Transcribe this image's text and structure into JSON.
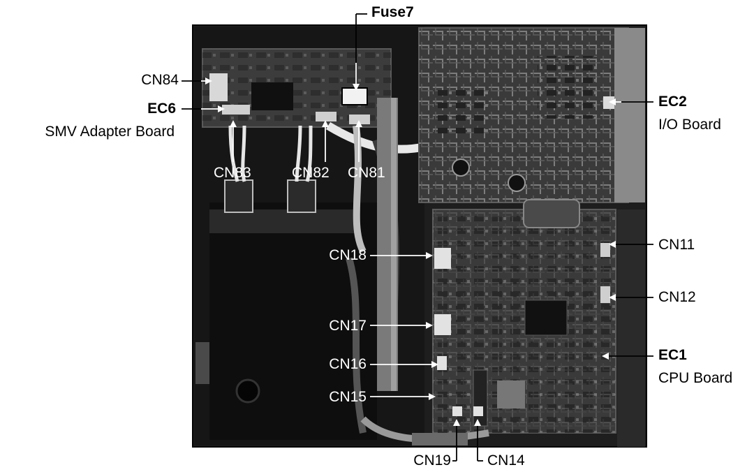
{
  "labels": {
    "fuse7": "Fuse7",
    "cn84": "CN84",
    "ec6": "EC6",
    "smv_adapter_board": "SMV Adapter Board",
    "cn83": "CN83",
    "cn82": "CN82",
    "cn81": "CN81",
    "ec2": "EC2",
    "io_board": "I/O Board",
    "cn18": "CN18",
    "cn11": "CN11",
    "cn12": "CN12",
    "cn17": "CN17",
    "cn16": "CN16",
    "ec1": "EC1",
    "cpu_board": "CPU Board",
    "cn15": "CN15",
    "cn19": "CN19",
    "cn14": "CN14"
  }
}
